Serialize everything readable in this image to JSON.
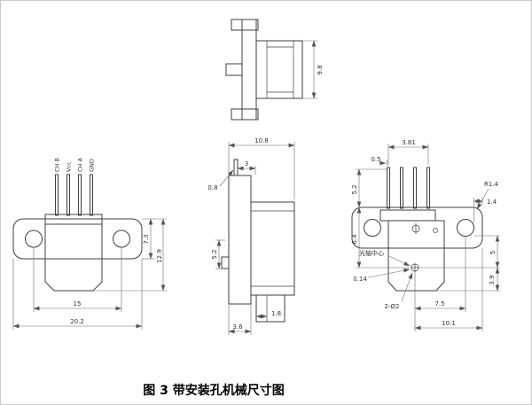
{
  "caption": "图 3 带安装孔机械尺寸图",
  "top_view": {
    "dim_height": "9.8"
  },
  "front_view": {
    "pins": [
      "CH B",
      "Vcc",
      "CH A",
      "GND"
    ],
    "dim_plate_height": "7.3",
    "dim_total_height": "12.9",
    "dim_hole_spacing": "15",
    "dim_total_width": "20.2"
  },
  "side_view": {
    "dim_total_depth": "10.8",
    "dim_pin_to_face": "3",
    "dim_pin_thickness": "0.8",
    "dim_shaft_height": "5.2",
    "dim_step": "1.8",
    "dim_flange_thickness": "3.6"
  },
  "detail_view": {
    "dim_pin_span": "3.81",
    "dim_pin_width": "0.5",
    "dim_pin_length": "5.2",
    "dim_axis_drop": "6.4",
    "dim_axis_offset": "0.14",
    "corner_radius": "R1.4",
    "dim_hole_edge": "1.4",
    "dim_right_upper": "5",
    "dim_right_lower": "3.9",
    "dim_axis_to_hole": "7.5",
    "dim_axis_to_edge": "10.1",
    "hole_callout": "2-Ø2",
    "axis_label": "光轴中心"
  }
}
